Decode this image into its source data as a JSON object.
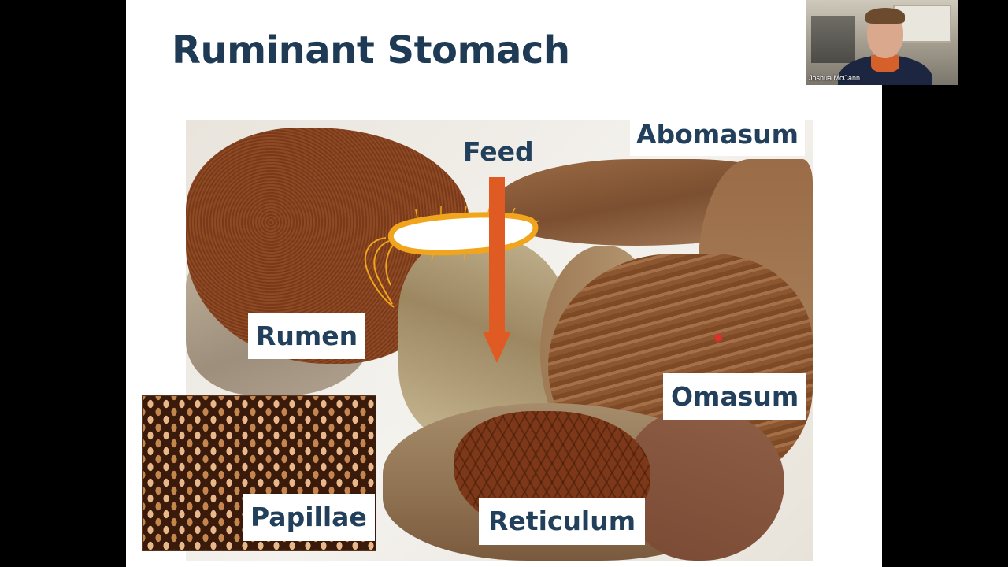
{
  "slide": {
    "title": "Ruminant Stomach",
    "labels": {
      "abomasum": "Abomasum",
      "feed": "Feed",
      "rumen": "Rumen",
      "omasum": "Omasum",
      "papillae": "Papillae",
      "reticulum": "Reticulum"
    },
    "colors": {
      "title": "#1e3a54",
      "arrow": "#e05a24",
      "bacterium_outline": "#f0a51c"
    }
  },
  "video": {
    "participant_name": "Joshua McCann"
  }
}
